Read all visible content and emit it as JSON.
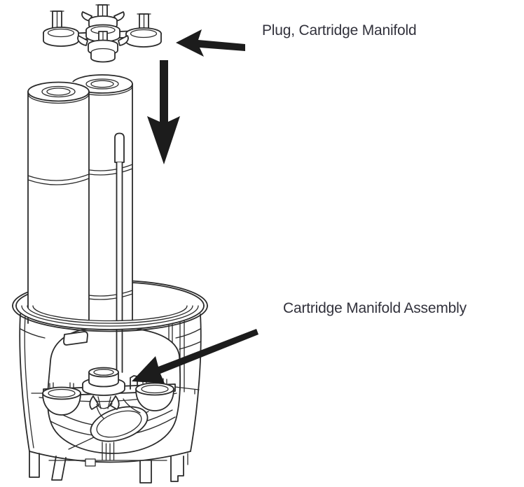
{
  "labels": {
    "plug": "Plug, Cartridge Manifold",
    "assembly": "Cartridge Manifold Assembly"
  },
  "icons": {
    "plug_pointer": "solid left arrow",
    "insert_direction": "solid down arrow",
    "assembly_pointer": "solid diagonal arrow pointing down-left"
  },
  "colors": {
    "line": "#2b2b2b",
    "label_text": "#32323c",
    "arrow_fill": "#1c1c1c",
    "background": "#ffffff"
  }
}
